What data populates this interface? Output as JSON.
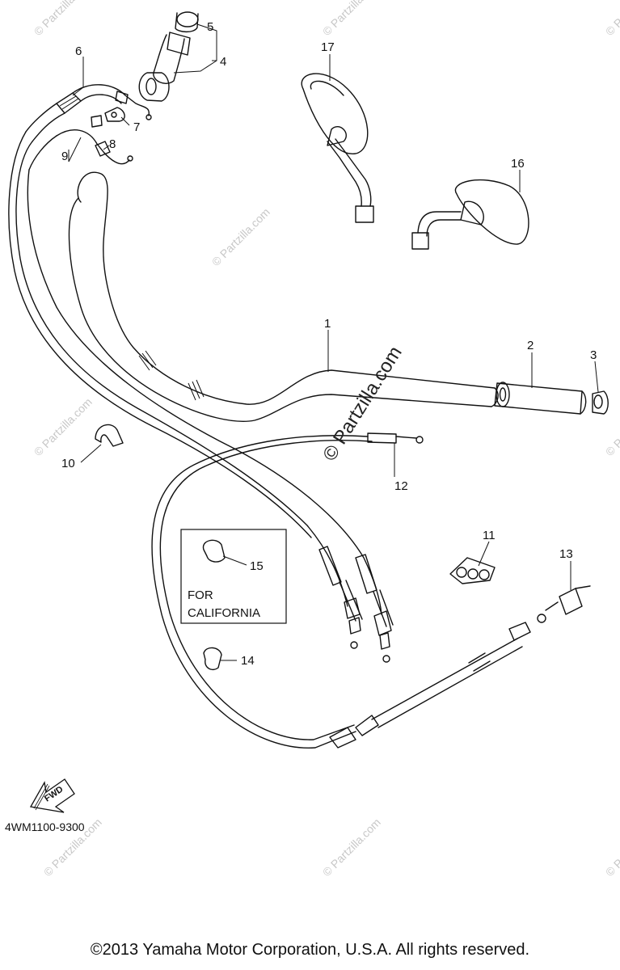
{
  "callouts": {
    "c1": "1",
    "c2": "2",
    "c3": "3",
    "c4": "4",
    "c5": "5",
    "c6": "6",
    "c7": "7",
    "c8": "8",
    "c9": "9",
    "c10": "10",
    "c11": "11",
    "c12": "12",
    "c13": "13",
    "c14": "14",
    "c15": "15",
    "c16": "16",
    "c17": "17"
  },
  "california_box": {
    "line1": "FOR",
    "line2": "CALIFORNIA"
  },
  "fwd_arrow": {
    "label": "FWD",
    "icon": "forward-arrow-icon"
  },
  "diagram_code": "4WM1100-9300",
  "watermark": {
    "main": "© Partzilla.com",
    "repeat": "© Partzilla.com"
  },
  "copyright": "©2013  Yamaha Motor Corporation, U.S.A. All rights reserved."
}
